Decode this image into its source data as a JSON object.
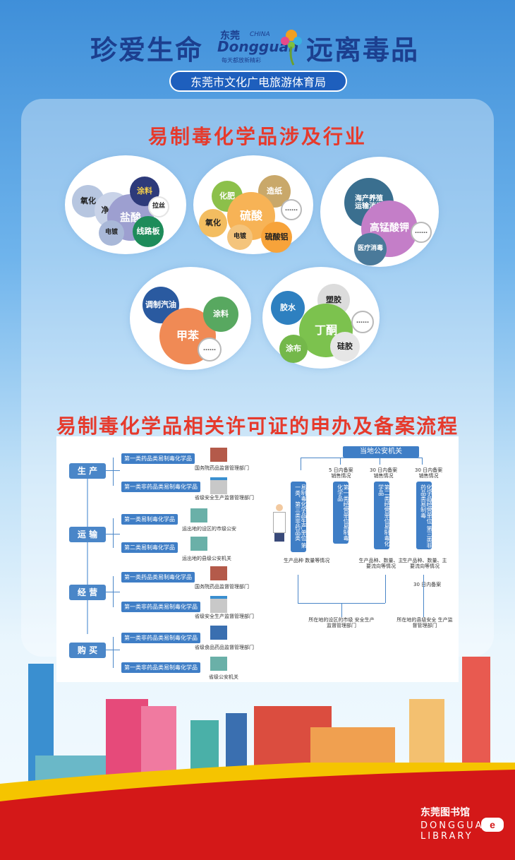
{
  "header": {
    "slogan_left": "珍爱生命",
    "slogan_right": "远离毒品",
    "logo_cn": "东莞",
    "logo_en": "Dongguan",
    "logo_china": "CHINA",
    "logo_tag": "每天都放新精彩",
    "department": "东莞市文化广电旅游体育局"
  },
  "section1": {
    "title": "易制毒化学品涉及行业",
    "clusters": [
      {
        "main": "盐酸",
        "items": [
          "氧化",
          "净水剂",
          "涂料",
          "拉丝",
          "电镀",
          "线路板"
        ]
      },
      {
        "main": "硫酸",
        "items": [
          "化肥",
          "造纸",
          "……",
          "氧化",
          "电镀",
          "硫酸铝"
        ]
      },
      {
        "main": "高锰酸钾",
        "items": [
          "海产养殖",
          "运输消毒",
          "……",
          "医疗消毒"
        ]
      },
      {
        "main": "甲苯",
        "items": [
          "调制汽油",
          "涂料",
          "……"
        ]
      },
      {
        "main": "丁酮",
        "items": [
          "胶水",
          "塑胶",
          "……",
          "涂布",
          "硅胶"
        ]
      }
    ]
  },
  "section2": {
    "title": "易制毒化学品相关许可证的申办及备案流程",
    "stages": [
      {
        "label": "生 产",
        "rows": [
          {
            "license": "第一类药品类易制毒化学品",
            "authority": "国务院药品监督管理部门"
          },
          {
            "license": "第一类非药品类易制毒化学品",
            "authority": "省级安全生产监督管理部门"
          }
        ]
      },
      {
        "label": "运 输",
        "rows": [
          {
            "license": "第一类易制毒化学品",
            "authority": "运出地的设区的市级公安"
          },
          {
            "license": "第二类易制毒化学品",
            "authority": "运出地的县级公安机关"
          }
        ]
      },
      {
        "label": "经 营",
        "rows": [
          {
            "license": "第一类药品类易制毒化学品",
            "authority": "国务院药品监督管理部门"
          },
          {
            "license": "第一类非药品类易制毒化学品",
            "authority": "省级安全生产监督管理部门"
          }
        ]
      },
      {
        "label": "购 买",
        "rows": [
          {
            "license": "第一类非药品类易制毒化学品",
            "authority": "省级食品药品监督管理部门"
          },
          {
            "license": "第一类非药品类易制毒化学品",
            "authority": "省级公安机关"
          }
        ]
      }
    ],
    "right": {
      "top": "当地公安机关",
      "notes": [
        "5 日内备案",
        "销售情况",
        "30 日内备案",
        "销售情况",
        "30 日内备案",
        "销售情况"
      ],
      "boxes": [
        "易制毒化学品生产单位 第一类、第三类非药品类",
        "第一类经营单位易制毒化学品",
        "第二类经营单位易制毒化学品",
        "化学品经营单位 第三类非药品类易制毒"
      ],
      "sub_a": "生产品种 数量等情况",
      "sub_b": "生产品种、数量、主要流向等情况",
      "sub_c": "生产品种、数量、主要流向等情况",
      "mid_note": "30 日内备案",
      "bottom_a": "所在地的设区的市级 安全生产监督管理部门",
      "bottom_b": "所在地的县级安全 生产监督管理部门"
    }
  },
  "footer": {
    "library_cn": "东莞图书馆",
    "library_en1": "DONGGUAN",
    "library_en2": "LIBRARY"
  },
  "colors": {
    "title_red": "#e63a2c",
    "header_blue": "#1c3f8f",
    "flow_blue": "#3f7ec6"
  }
}
